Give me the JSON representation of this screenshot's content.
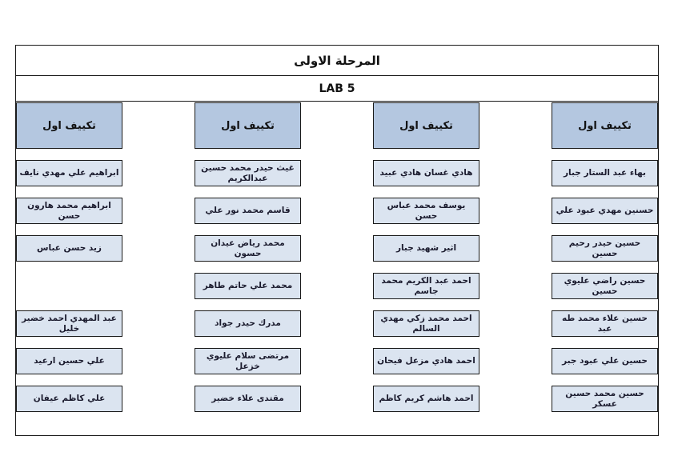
{
  "document": {
    "title": "المرحلة الاولى",
    "subtitle": "LAB 5"
  },
  "colors": {
    "header_fill": "#b4c7e0",
    "cell_fill": "#dbe4f0",
    "border": "#1a1a1a",
    "text": "#1b1b2e",
    "page_background": "#ffffff"
  },
  "table": {
    "column_header_label": "تكييف اول",
    "columns": [
      {
        "header": "تكييف اول",
        "cells": [
          "بهاء عبد الستار جبار",
          "حسنين مهدي عبود علي",
          "حسين حيدر رحيم حسين",
          "حسين راضي عليوي حسين",
          "حسين علاء محمد طه عبد",
          "حسين علي عبود جبر",
          "حسين محمد حسين عسكر"
        ]
      },
      {
        "header": "تكييف اول",
        "cells": [
          "هادي غسان هادي عبيد",
          "يوسف محمد عباس حسن",
          "اثير شهيد جبار",
          "احمد عبد الكريم محمد جاسم",
          "احمد محمد زكي مهدي السالم",
          "احمد هادي مزعل فيحان",
          "احمد هاشم كريم كاظم"
        ]
      },
      {
        "header": "تكييف اول",
        "cells": [
          "غيث حيدر محمد حسين عبدالكريم",
          "قاسم محمد نور علي",
          "محمد رياض عيدان حسون",
          "محمد علي حاتم طاهر",
          "مدرك حيدر جواد",
          "مرتضى سلام عليوي خزعل",
          "مقتدى علاء خضير"
        ]
      },
      {
        "header": "تكييف اول",
        "cells": [
          "ابراهيم علي مهدي نايف",
          "ابراهيم محمد هارون حسن",
          "زيد حسن عباس",
          "",
          "عبد المهدي احمد خضير خليل",
          "علي حسين ارعيد",
          "علي كاظم عيفان"
        ]
      }
    ]
  }
}
